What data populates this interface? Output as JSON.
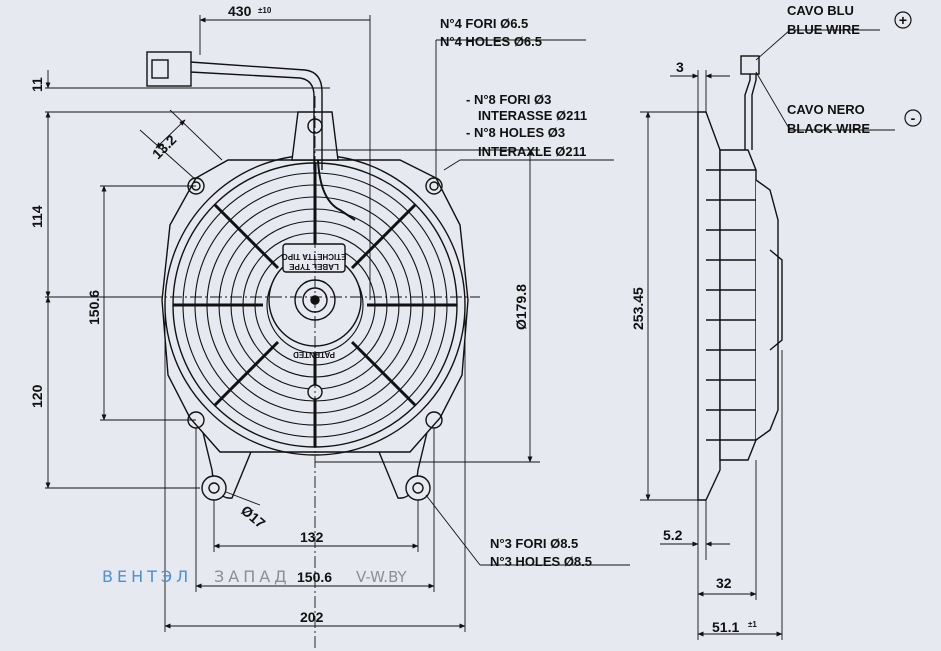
{
  "dimensions": {
    "cable_length": "430",
    "cable_tol": "±10",
    "top_offset": "11",
    "height_upper": "114",
    "height_lower": "120",
    "side_vertical": "150.6",
    "angle_width": "13.2",
    "diameter_fan": "Ø179.8",
    "hole_dia": "Ø17",
    "bottom_132": "132",
    "bottom_150": "150.6",
    "bottom_202": "202",
    "side_3": "3",
    "side_height": "253.45",
    "side_5_2": "5.2",
    "side_32": "32",
    "side_51": "51.1",
    "side_51_tol": "±1"
  },
  "notes": {
    "holes4_it": "N°4 FORI Ø6.5",
    "holes4_en": "N°4 HOLES Ø6.5",
    "holes8_it": "- N°8 FORI Ø3",
    "holes8_it2": "INTERASSE Ø211",
    "holes8_en": "- N°8 HOLES Ø3",
    "holes8_en2": "INTERAXLE Ø211",
    "holes3_it": "N°3 FORI Ø8.5",
    "holes3_en": "N°3 HOLES Ø8.5",
    "blue_it": "CAVO BLU",
    "blue_en": "BLUE WIRE",
    "black_it": "CAVO NERO",
    "black_en": "BLACK WIRE",
    "plus": "+",
    "minus": "-"
  },
  "label_plate": {
    "line1": "ETICHETTA TIPO",
    "line2": "LABEL TYPE",
    "patented": "PATENTED"
  },
  "watermark": {
    "brand_blue": "ВЕНТЭЛ",
    "brand_gray": "ЗАПАД",
    "site": "V-W.BY"
  },
  "colors": {
    "background": "#e6e9ef",
    "line": "#111111",
    "watermark_blue": "#4a90d9",
    "watermark_gray": "#8a8f98"
  }
}
